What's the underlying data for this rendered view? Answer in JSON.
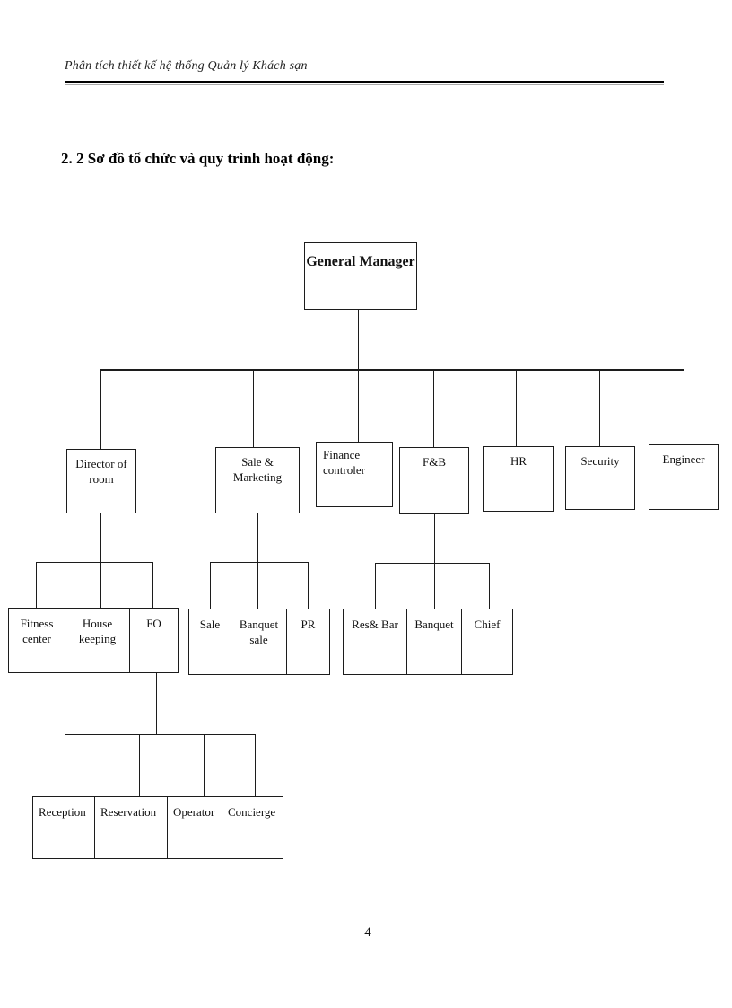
{
  "page": {
    "header_title": "Phân tích thiết kế hệ thống Quản lý Khách sạn",
    "section_heading": "2. 2 Sơ đồ tổ chức và quy trình hoạt động:",
    "page_number": "4"
  },
  "colors": {
    "ink": "#1c1c1c",
    "background": "#ffffff"
  },
  "org_chart": {
    "root": {
      "label": "General Manager"
    },
    "level2": [
      {
        "label": "Director of room"
      },
      {
        "label": "Sale & Marketing"
      },
      {
        "label": "Finance controler"
      },
      {
        "label": "F&B"
      },
      {
        "label": "HR"
      },
      {
        "label": "Security"
      },
      {
        "label": "Engineer"
      }
    ],
    "director_of_room_children": [
      "Fitness center",
      "House keeping",
      "FO"
    ],
    "sale_marketing_children": [
      "Sale",
      "Banquet sale",
      "PR"
    ],
    "fb_children": [
      "Res& Bar",
      "Banquet",
      "Chief"
    ],
    "fo_children": [
      "Reception",
      "Reservation",
      "Operator",
      "Concierge"
    ]
  }
}
